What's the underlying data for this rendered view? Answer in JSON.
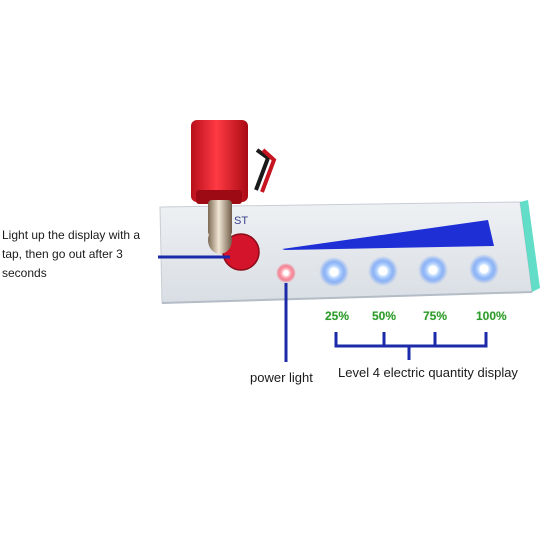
{
  "annotations": {
    "tap_note": "Light up the display with a tap, then go out after 3 seconds",
    "power_light": "power light",
    "level_display": "Level 4 electric quantity display"
  },
  "board": {
    "button_label": "ST"
  },
  "levels": [
    "25%",
    "50%",
    "75%",
    "100%"
  ],
  "colors": {
    "board": "#e8ecf1",
    "blue_bar": "#1f2fd6",
    "led_blue": "#6fb4ff",
    "power_led": "#ff3b55",
    "button": "#e8202e",
    "callout_line": "#1a2aa8",
    "percent_text": "#2e9a2e"
  },
  "icons": {
    "probe": "red-test-probe-icon",
    "button": "red-test-button-icon",
    "power_led": "red-power-led-icon",
    "level_leds": "blue-level-led-icon"
  }
}
